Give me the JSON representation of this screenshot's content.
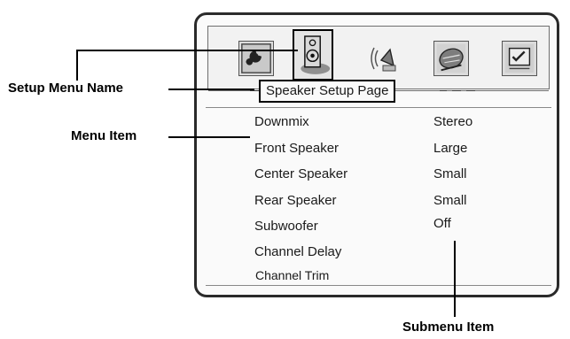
{
  "callouts": {
    "setup_menu_name": "Setup Menu Name",
    "menu_item": "Menu Item",
    "submenu_item": "Submenu Item"
  },
  "icon_tabs": [
    {
      "icon": "wrench-icon",
      "selected": false
    },
    {
      "icon": "speaker-icon",
      "selected": true
    },
    {
      "icon": "audio-sound-icon",
      "selected": false
    },
    {
      "icon": "disc-icon",
      "selected": false
    },
    {
      "icon": "preferences-checklist-icon",
      "selected": false
    }
  ],
  "page_title": "Speaker Setup Page",
  "menu": [
    {
      "label": "Downmix",
      "value": "Stereo"
    },
    {
      "label": "Front Speaker",
      "value": "Large"
    },
    {
      "label": "Center Speaker",
      "value": "Small"
    },
    {
      "label": "Rear Speaker",
      "value": "Small"
    },
    {
      "label": "Subwoofer",
      "value": "Off"
    },
    {
      "label": "Channel Delay",
      "value": ""
    },
    {
      "label": "Channel Trim",
      "value": ""
    }
  ]
}
